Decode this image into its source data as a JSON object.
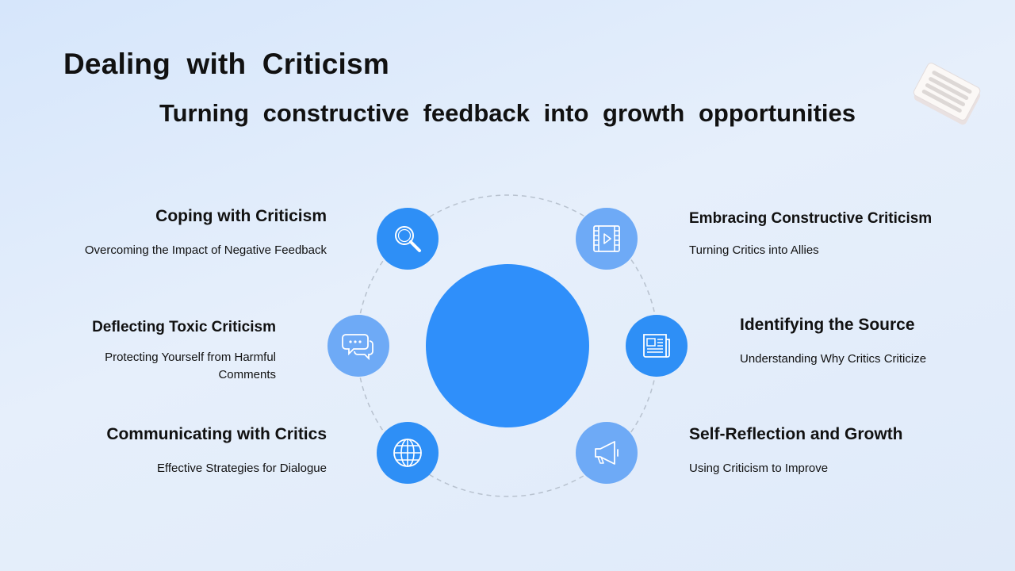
{
  "title": "Dealing  with  Criticism",
  "subtitle": "Turning  constructive  feedback  into  growth  opportunities",
  "items": [
    {
      "heading": "Coping with Criticism",
      "desc": "Overcoming the Impact of Negative Feedback",
      "icon": "search-icon"
    },
    {
      "heading": "Deflecting Toxic Criticism",
      "desc": "Protecting Yourself from Harmful Comments",
      "icon": "chat-bubbles-icon"
    },
    {
      "heading": "Communicating with Critics",
      "desc": "Effective Strategies for Dialogue",
      "icon": "globe-icon"
    },
    {
      "heading": "Embracing Constructive Criticism",
      "desc": "Turning Critics into Allies",
      "icon": "video-icon"
    },
    {
      "heading": "Identifying the Source",
      "desc": "Understanding Why Critics Criticize",
      "icon": "newspaper-icon"
    },
    {
      "heading": "Self-Reflection and Growth",
      "desc": "Using Criticism to Improve",
      "icon": "megaphone-icon"
    }
  ],
  "colors": {
    "primary": "#2f8ffa",
    "light": "#6eaaf6",
    "ring": "#b8c2cf"
  }
}
